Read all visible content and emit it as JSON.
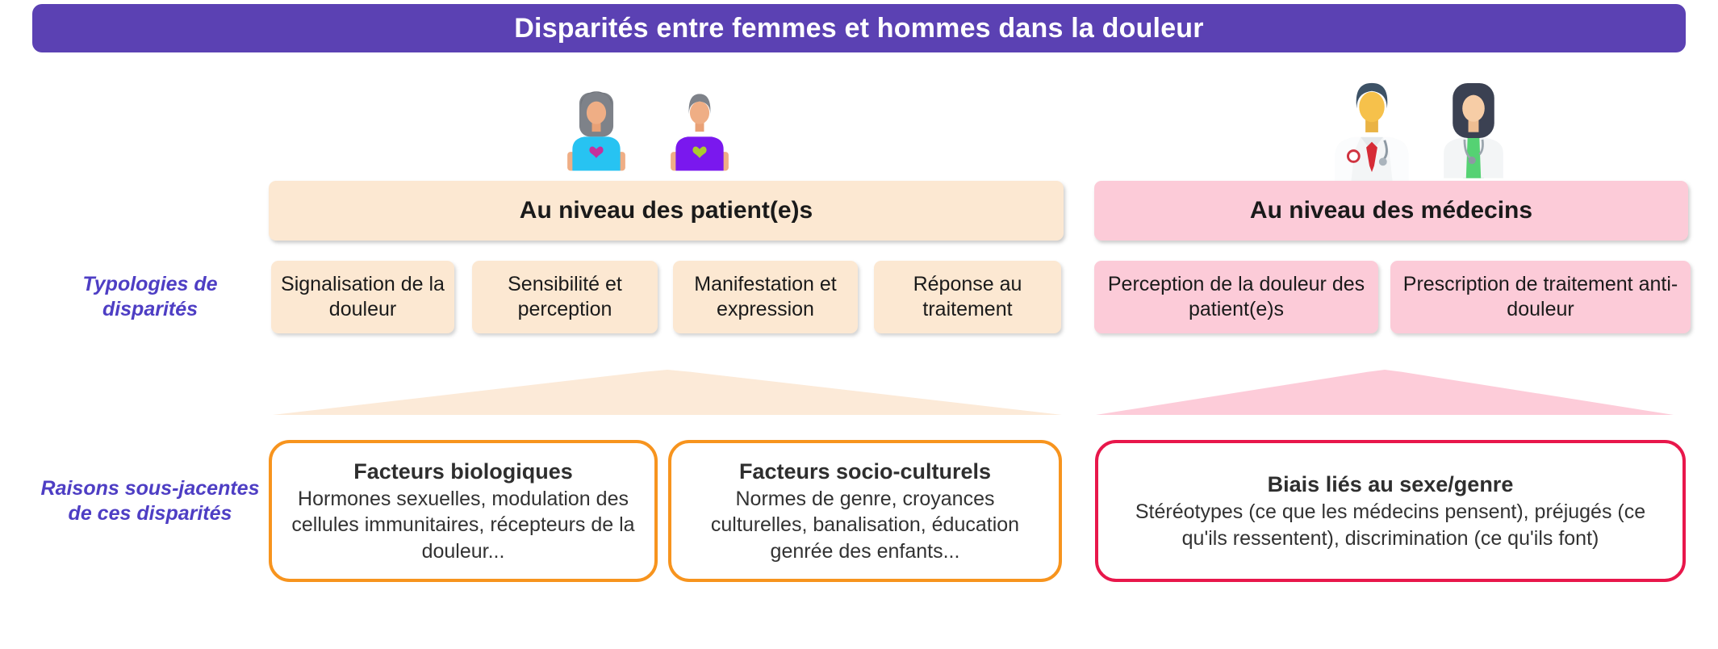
{
  "banner": {
    "title": "Disparités entre femmes et hommes dans la douleur"
  },
  "row_labels": {
    "typologies": "Typologies de disparités",
    "raisons": "Raisons sous-jacentes de ces disparités"
  },
  "patients": {
    "header": "Au niveau des patient(e)s",
    "typologies": [
      "Signalisation de la douleur",
      "Sensibilité et perception",
      "Manifestation et expression",
      "Réponse au traitement"
    ],
    "reasons": [
      {
        "title": "Facteurs biologiques",
        "body": "Hormones sexuelles, modulation des cellules immunitaires, récepteurs de la douleur..."
      },
      {
        "title": "Facteurs socio-culturels",
        "body": "Normes de genre, croyances culturelles, banalisation, éducation genrée des enfants..."
      }
    ]
  },
  "medecins": {
    "header": "Au niveau des médecins",
    "typologies": [
      "Perception de la douleur des patient(e)s",
      "Prescription de traitement anti-douleur"
    ],
    "reasons": [
      {
        "title": "Biais liés au sexe/genre",
        "body": "Stéréotypes (ce que les médecins pensent), préjugés (ce qu'ils ressentent), discrimination (ce qu'ils font)"
      }
    ]
  },
  "icons": {
    "patients": [
      "woman-patient-icon",
      "man-patient-icon"
    ],
    "doctors": [
      "man-doctor-icon",
      "woman-doctor-icon"
    ]
  },
  "colors": {
    "banner": "#5b41b3",
    "cream": "#fce8d2",
    "cream2": "#fcead8",
    "pink": "#fccbd8",
    "pink2": "#fdccd9",
    "orange": "#f7941e",
    "red": "#e8174b",
    "label": "#4e3ec4"
  }
}
